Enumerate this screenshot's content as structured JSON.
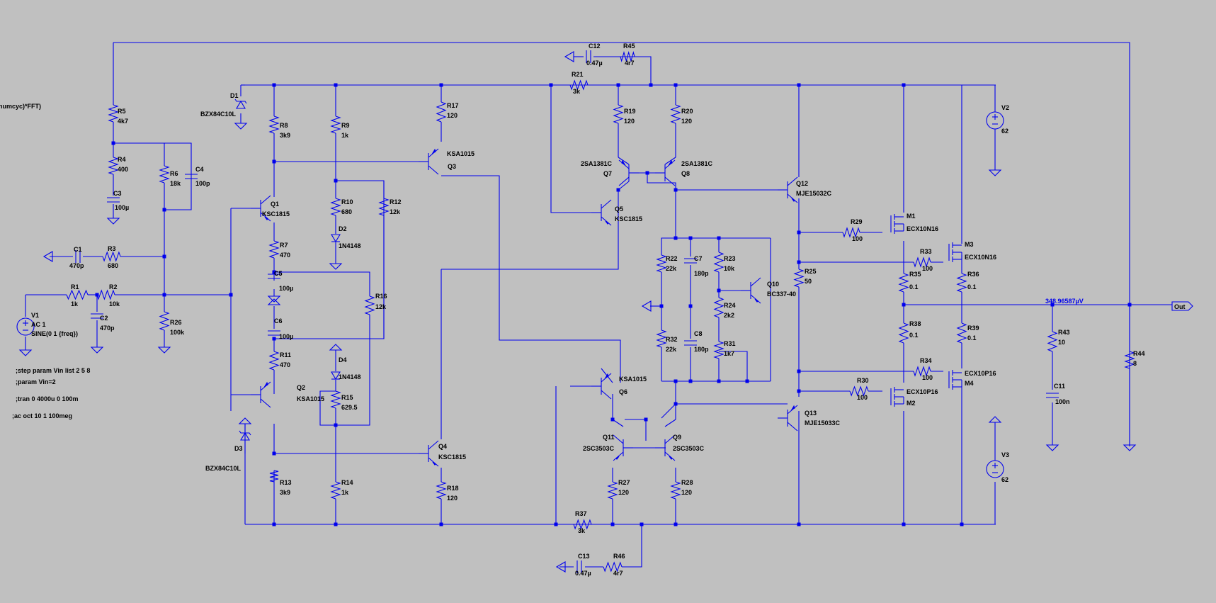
{
  "app": {
    "name": "LTspice schematic editor",
    "colors": {
      "background": "#c0c0c0",
      "wire": "#0000ee",
      "text": "#000000"
    }
  },
  "cut_text": "numcyc)*FFT)",
  "directives": [
    ";step param Vin list  2 5 8",
    ";param Vin=2",
    ";tran 0 4000u 0 100m",
    ";ac oct 10 1 100meg"
  ],
  "probe_value": "348.96587µV",
  "output_port": "Out",
  "components": [
    {
      "ref": "R5",
      "value": "4k7"
    },
    {
      "ref": "R4",
      "value": "400"
    },
    {
      "ref": "C3",
      "value": "100µ"
    },
    {
      "ref": "R6",
      "value": "18k"
    },
    {
      "ref": "C4",
      "value": "100p"
    },
    {
      "ref": "C1",
      "value": "470p"
    },
    {
      "ref": "R3",
      "value": "680"
    },
    {
      "ref": "R1",
      "value": "1k"
    },
    {
      "ref": "R2",
      "value": "10k"
    },
    {
      "ref": "C2",
      "value": "470p"
    },
    {
      "ref": "R26",
      "value": "100k"
    },
    {
      "ref": "V1",
      "value": "AC 1",
      "extra": "SINE(0 1 {freq})"
    },
    {
      "ref": "D1",
      "value": "BZX84C10L"
    },
    {
      "ref": "D3",
      "value": "BZX84C10L"
    },
    {
      "ref": "R8",
      "value": "3k9"
    },
    {
      "ref": "Q1",
      "value": "KSC1815"
    },
    {
      "ref": "R7",
      "value": "470"
    },
    {
      "ref": "C5",
      "value": "100µ"
    },
    {
      "ref": "C6",
      "value": "100µ"
    },
    {
      "ref": "R11",
      "value": "470"
    },
    {
      "ref": "Q2",
      "value": "KSA1015"
    },
    {
      "ref": "R13",
      "value": "3k9"
    },
    {
      "ref": "R9",
      "value": "1k"
    },
    {
      "ref": "R10",
      "value": "680"
    },
    {
      "ref": "D2",
      "value": "1N4148"
    },
    {
      "ref": "R12",
      "value": "12k"
    },
    {
      "ref": "R16",
      "value": "12k"
    },
    {
      "ref": "D4",
      "value": "1N4148"
    },
    {
      "ref": "R15",
      "value": "629.5"
    },
    {
      "ref": "R14",
      "value": "1k"
    },
    {
      "ref": "R17",
      "value": "120"
    },
    {
      "ref": "Q3",
      "value": "KSA1015"
    },
    {
      "ref": "Q4",
      "value": "KSC1815"
    },
    {
      "ref": "R18",
      "value": "120"
    },
    {
      "ref": "C12",
      "value": "0.47µ"
    },
    {
      "ref": "R45",
      "value": "4r7"
    },
    {
      "ref": "R21",
      "value": "3k"
    },
    {
      "ref": "R19",
      "value": "120"
    },
    {
      "ref": "R20",
      "value": "120"
    },
    {
      "ref": "Q7",
      "value": "2SA1381C"
    },
    {
      "ref": "Q8",
      "value": "2SA1381C"
    },
    {
      "ref": "Q5",
      "value": "KSC1815"
    },
    {
      "ref": "Q6",
      "value": "KSA1015"
    },
    {
      "ref": "Q11",
      "value": "2SC3503C"
    },
    {
      "ref": "Q9",
      "value": "2SC3503C"
    },
    {
      "ref": "R27",
      "value": "120"
    },
    {
      "ref": "R28",
      "value": "120"
    },
    {
      "ref": "R37",
      "value": "3k"
    },
    {
      "ref": "C13",
      "value": "0.47µ"
    },
    {
      "ref": "R46",
      "value": "4r7"
    },
    {
      "ref": "R22",
      "value": "22k"
    },
    {
      "ref": "C7",
      "value": "180p"
    },
    {
      "ref": "R23",
      "value": "10k"
    },
    {
      "ref": "Q10",
      "value": "BC337-40"
    },
    {
      "ref": "R24",
      "value": "2k2"
    },
    {
      "ref": "R32",
      "value": "22k"
    },
    {
      "ref": "C8",
      "value": "180p"
    },
    {
      "ref": "R31",
      "value": "1k7"
    },
    {
      "ref": "Q12",
      "value": "MJE15032C"
    },
    {
      "ref": "Q13",
      "value": "MJE15033C"
    },
    {
      "ref": "R25",
      "value": "50"
    },
    {
      "ref": "R29",
      "value": "100"
    },
    {
      "ref": "R33",
      "value": "100"
    },
    {
      "ref": "R34",
      "value": "100"
    },
    {
      "ref": "R30",
      "value": "100"
    },
    {
      "ref": "M1",
      "value": "ECX10N16"
    },
    {
      "ref": "M3",
      "value": "ECX10N16"
    },
    {
      "ref": "M2",
      "value": "ECX10P16"
    },
    {
      "ref": "M4",
      "value": "ECX10P16"
    },
    {
      "ref": "R35",
      "value": "0.1"
    },
    {
      "ref": "R36",
      "value": "0.1"
    },
    {
      "ref": "R38",
      "value": "0.1"
    },
    {
      "ref": "R39",
      "value": "0.1"
    },
    {
      "ref": "V2",
      "value": "62"
    },
    {
      "ref": "V3",
      "value": "62"
    },
    {
      "ref": "R43",
      "value": "10"
    },
    {
      "ref": "C11",
      "value": "100n"
    },
    {
      "ref": "R44",
      "value": "8"
    }
  ]
}
